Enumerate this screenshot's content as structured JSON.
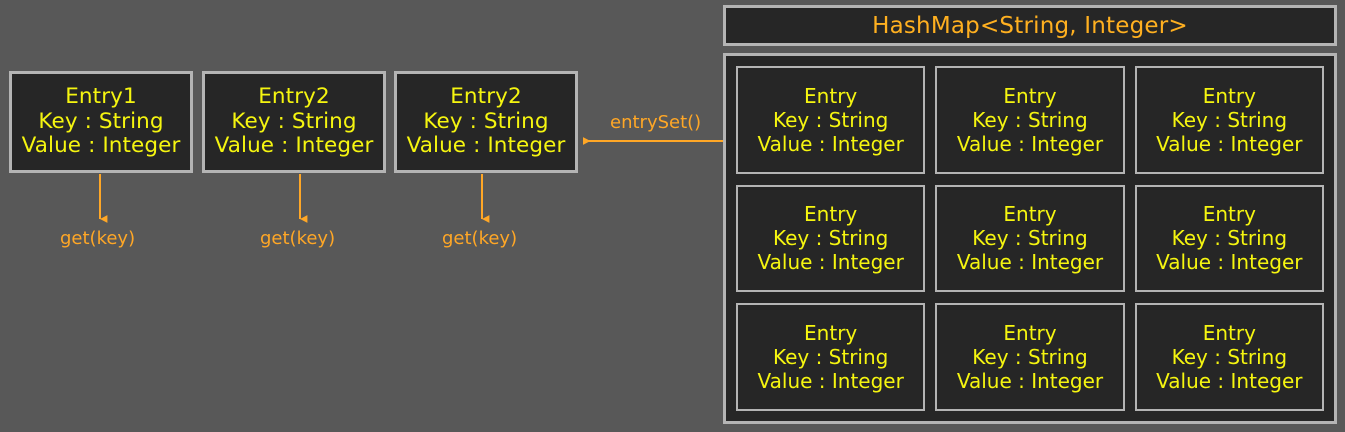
{
  "diagram": {
    "background_color": "#585858",
    "box_fill_color": "#262626",
    "box_border_color": "#b4b4b4",
    "entry_text_color": "#f5f510",
    "accent_color": "#ffa726",
    "title_color": "#ffb020"
  },
  "hashmap": {
    "title": "HashMap<String, Integer>",
    "entries": [
      {
        "name": "Entry",
        "key": "Key : String",
        "value": "Value : Integer"
      },
      {
        "name": "Entry",
        "key": "Key : String",
        "value": "Value : Integer"
      },
      {
        "name": "Entry",
        "key": "Key : String",
        "value": "Value : Integer"
      },
      {
        "name": "Entry",
        "key": "Key : String",
        "value": "Value : Integer"
      },
      {
        "name": "Entry",
        "key": "Key : String",
        "value": "Value : Integer"
      },
      {
        "name": "Entry",
        "key": "Key : String",
        "value": "Value : Integer"
      },
      {
        "name": "Entry",
        "key": "Key : String",
        "value": "Value : Integer"
      },
      {
        "name": "Entry",
        "key": "Key : String",
        "value": "Value : Integer"
      },
      {
        "name": "Entry",
        "key": "Key : String",
        "value": "Value : Integer"
      }
    ]
  },
  "entry_set": {
    "boxes": [
      {
        "name": "Entry1",
        "key": "Key : String",
        "value": "Value : Integer"
      },
      {
        "name": "Entry2",
        "key": "Key : String",
        "value": "Value : Integer"
      },
      {
        "name": "Entry2",
        "key": "Key : String",
        "value": "Value : Integer"
      }
    ]
  },
  "operations": {
    "entry_set_label": "entrySet()",
    "get_labels": [
      "get(key)",
      "get(key)",
      "get(key)"
    ]
  }
}
